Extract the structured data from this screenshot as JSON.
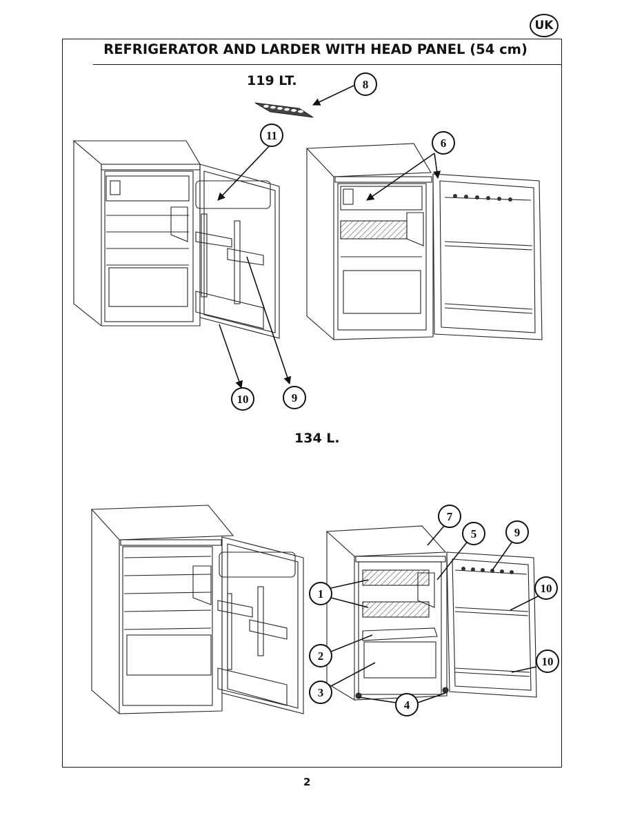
{
  "badge": {
    "region": "UK"
  },
  "header": {
    "title": "REFRIGERATOR  AND LARDER WITH HEAD PANEL (54 cm)"
  },
  "sections": [
    {
      "model": "119 LT."
    },
    {
      "model": "134 L."
    }
  ],
  "callouts": {
    "top_egg_tray": "8",
    "top_left_upper_shelf": "11",
    "top_left_lower_tray": "10",
    "top_left_mid_tray": "9",
    "top_right_cover": "6",
    "bottom_glass_shelf": "1",
    "bottom_crisper_cover": "2",
    "bottom_crisper": "3",
    "bottom_feet": "4",
    "bottom_thermostat": "5",
    "bottom_head_panel": "7",
    "bottom_egg_tray": "9",
    "bottom_door_shelf_upper": "10",
    "bottom_door_shelf_lower": "10"
  },
  "footer": {
    "page": "2"
  }
}
